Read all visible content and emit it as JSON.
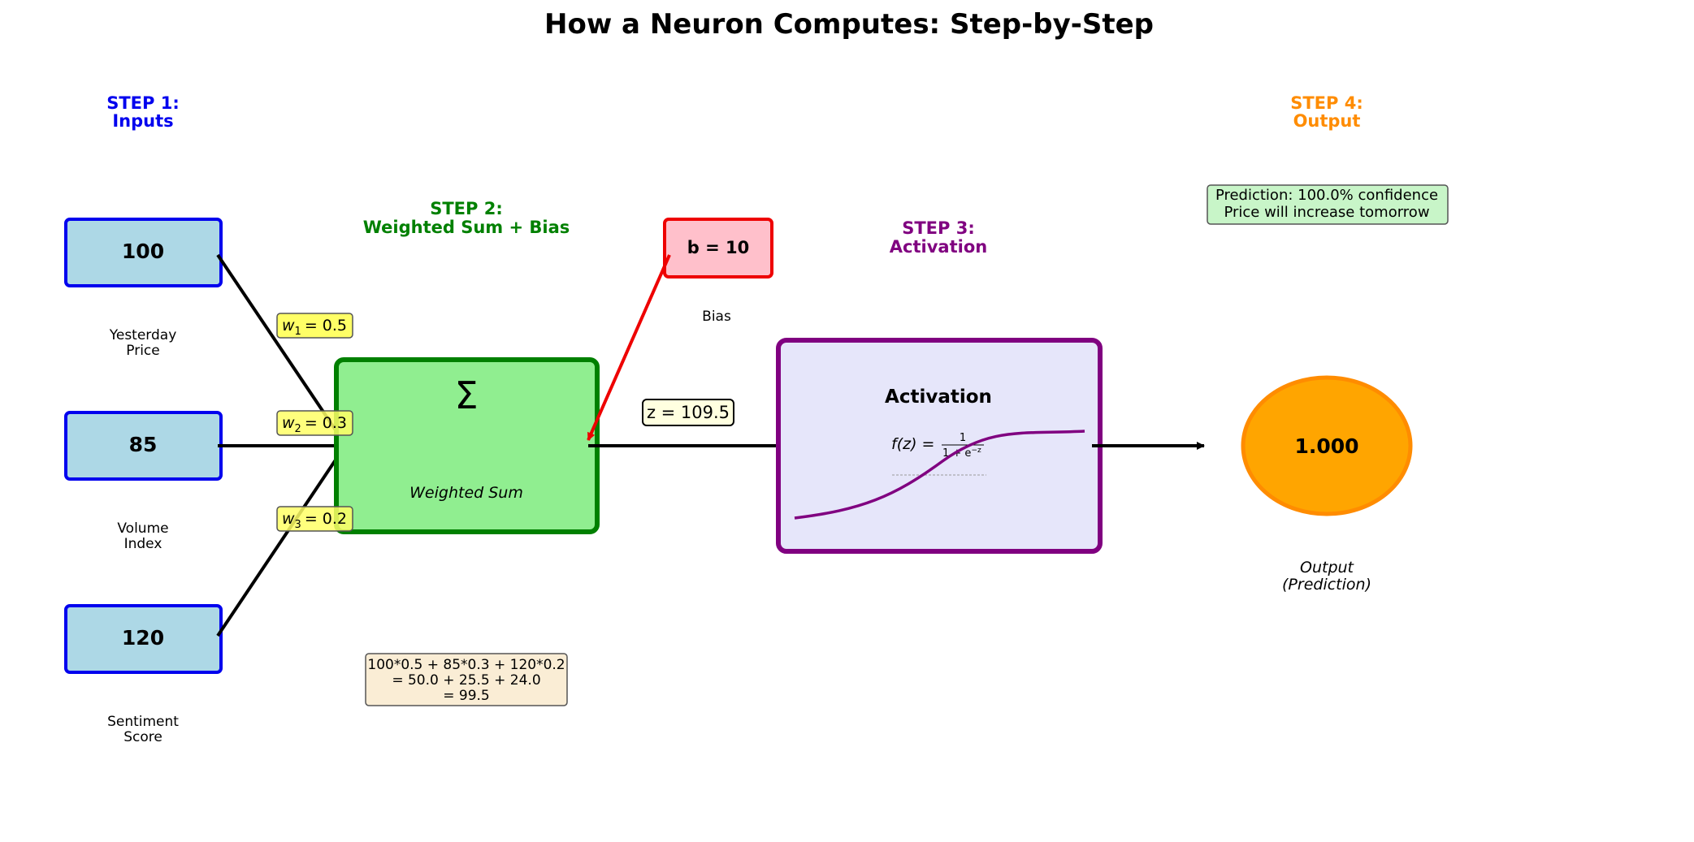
{
  "title": "How a Neuron Computes: Step-by-Step",
  "steps": {
    "s1": {
      "line1": "STEP 1:",
      "line2": "Inputs",
      "color": "#0000ee"
    },
    "s2": {
      "line1": "STEP 2:",
      "line2": "Weighted Sum + Bias",
      "color": "#008000"
    },
    "s3": {
      "line1": "STEP 3:",
      "line2": "Activation",
      "color": "#800080"
    },
    "s4": {
      "line1": "STEP 4:",
      "line2": "Output",
      "color": "#ff8c00"
    }
  },
  "inputs": [
    {
      "value": "100",
      "label_line1": "Yesterday",
      "label_line2": "Price",
      "weight_symbol": "w",
      "weight_sub": "1",
      "weight_value": "= 0.5"
    },
    {
      "value": "85",
      "label_line1": "Volume",
      "label_line2": "Index",
      "weight_symbol": "w",
      "weight_sub": "2",
      "weight_value": "= 0.3"
    },
    {
      "value": "120",
      "label_line1": "Sentiment",
      "label_line2": "Score",
      "weight_symbol": "w",
      "weight_sub": "3",
      "weight_value": "= 0.2"
    }
  ],
  "bias": {
    "label": "b = 10",
    "caption": "Bias"
  },
  "sum": {
    "symbol": "Σ",
    "caption": "Weighted Sum"
  },
  "calculation": {
    "line1": "100*0.5 + 85*0.3 + 120*0.2",
    "line2": "= 50.0 + 25.5 + 24.0",
    "line3": "= 99.5"
  },
  "z_label": "z = 109.5",
  "activation": {
    "title": "Activation",
    "formula_lhs": "f(z) =",
    "formula_num": "1",
    "formula_den": "1 + e",
    "formula_exp": "−z"
  },
  "output": {
    "value": "1.000",
    "caption_line1": "Output",
    "caption_line2": "(Prediction)",
    "prediction_line1": "Prediction: 100.0% confidence",
    "prediction_line2": "Price will increase tomorrow"
  },
  "colors": {
    "input_fill": "#add8e6",
    "input_border": "#0000ee",
    "sum_fill": "#90ee90",
    "sum_border": "#008000",
    "bias_fill": "#ffc0cb",
    "bias_border": "#ee0000",
    "activation_fill": "#e6e6fa",
    "activation_border": "#800080",
    "output_fill": "#ffa500",
    "output_border": "#ff8c00",
    "weight_fill": "#ffff66",
    "calc_fill": "#f5deb3",
    "prediction_fill": "#c8f5c8",
    "bias_arrow": "#ee0000"
  }
}
